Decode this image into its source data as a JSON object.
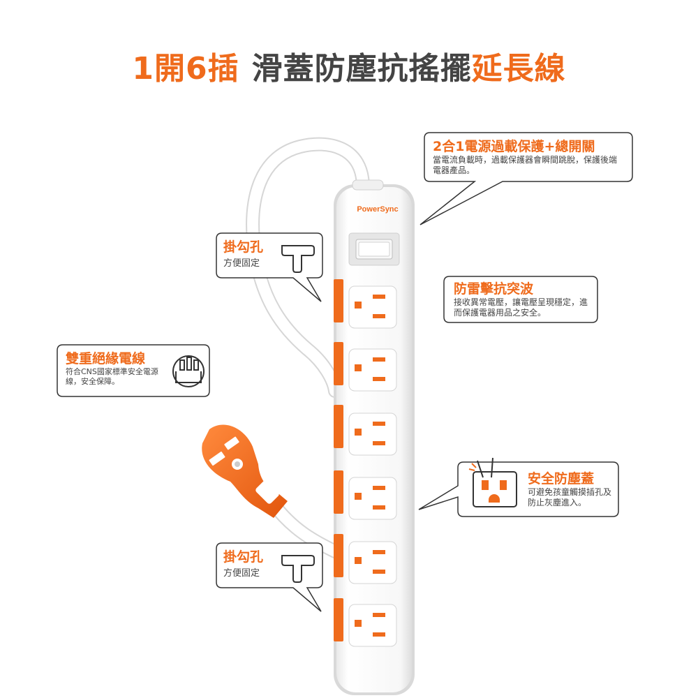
{
  "title": {
    "part1": "1開6插",
    "part2": "滑蓋防塵抗搖擺",
    "part3": "延長線"
  },
  "brand": "PowerSync",
  "callouts": {
    "overload": {
      "title": "2合1電源過載保護+總開關",
      "desc": "當電流負載時，過載保護器會瞬間跳脫，保護後端電器產品。",
      "icon": "none"
    },
    "surge": {
      "title": "防雷擊抗突波",
      "desc": "接收異常電壓，讓電壓呈現穩定，進而保護電器用品之安全。"
    },
    "hook_top": {
      "title": "掛勾孔",
      "desc": "方便固定",
      "icon": "t-hook-icon"
    },
    "hook_bottom": {
      "title": "掛勾孔",
      "desc": "方便固定",
      "icon": "t-hook-icon"
    },
    "insulation": {
      "title": "雙重絕緣電線",
      "desc": "符合CNS國家標準安全電源線，安全保障。",
      "icon": "plug-cable-icon"
    },
    "dustcover": {
      "title": "安全防塵蓋",
      "desc": "可避免孩童觸摸插孔及防止灰塵進入。",
      "icon": "child-safe-outlet-icon"
    }
  },
  "colors": {
    "accent": "#ef6b1c",
    "text": "#444444",
    "strip": "#f2f2f2"
  },
  "outlet_count": 6
}
